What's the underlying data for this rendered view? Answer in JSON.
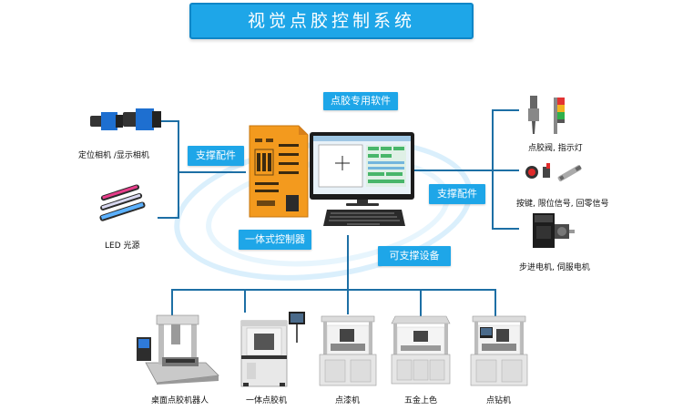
{
  "title": "视觉点胶控制系统",
  "tags": {
    "software": "点胶专用软件",
    "support_left": "支撑配件",
    "support_right": "支撑配件",
    "controller": "一体式控制器",
    "devices": "可支撑设备"
  },
  "left_items": [
    {
      "label": "定位相机 /显示相机",
      "icon": "camera-icon"
    },
    {
      "label": "LED  光源",
      "icon": "led-light-icon"
    }
  ],
  "right_items": [
    {
      "label": "点胶阀, 指示灯",
      "icon": "valve-icon"
    },
    {
      "label": "按键, 限位信号, 回零信号",
      "icon": "sensor-icon"
    },
    {
      "label": "步进电机, 伺服电机",
      "icon": "motor-icon"
    }
  ],
  "bottom_items": [
    {
      "label": "桌面点胶机器人",
      "icon": "desktop-robot-icon"
    },
    {
      "label": "一体点胶机",
      "icon": "integrated-dispenser-icon"
    },
    {
      "label": "点漆机",
      "icon": "paint-machine-icon"
    },
    {
      "label": "五金上色",
      "icon": "hardware-coloring-icon"
    },
    {
      "label": "点钻机",
      "icon": "rhinestone-machine-icon"
    }
  ],
  "colors": {
    "accent": "#1ea6e8",
    "line": "#1d6fa5",
    "controller": "#f39a1e"
  }
}
